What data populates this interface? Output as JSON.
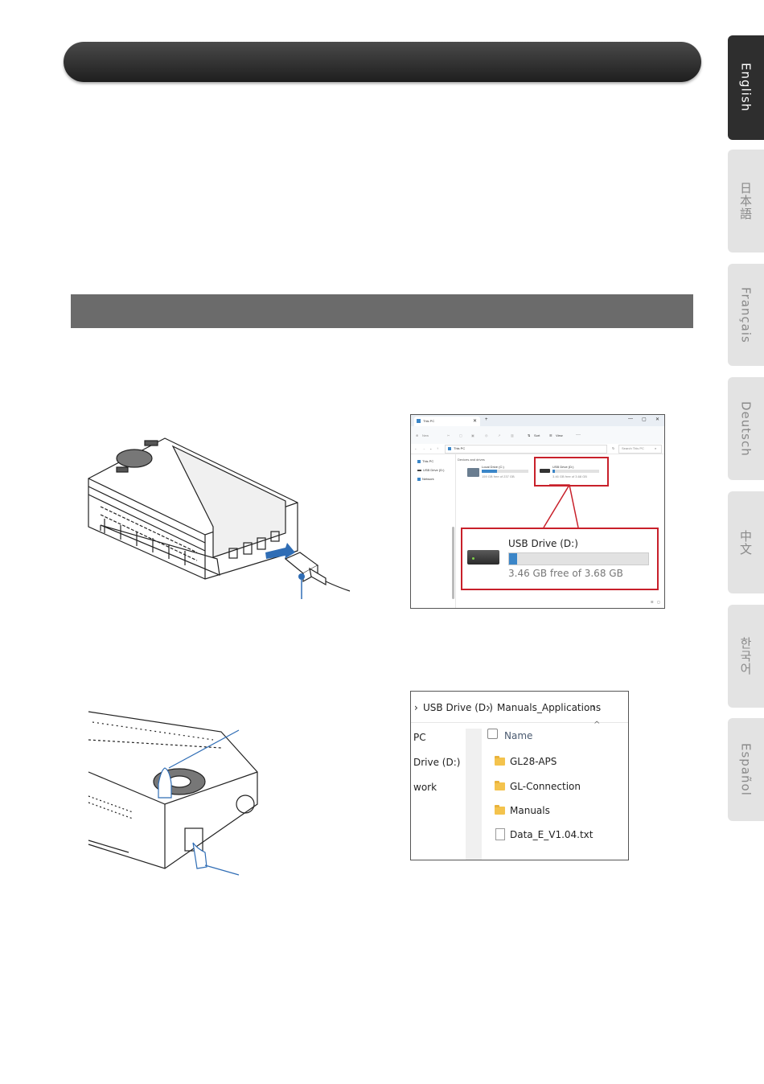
{
  "languages": [
    {
      "label": "English",
      "active": true
    },
    {
      "label": "日本語",
      "active": false
    },
    {
      "label": "Français",
      "active": false
    },
    {
      "label": "Deutsch",
      "active": false
    },
    {
      "label": "中文",
      "active": false
    },
    {
      "label": "한국어",
      "active": false
    },
    {
      "label": "Español",
      "active": false
    }
  ],
  "explorer1": {
    "tab_title": "This PC",
    "toolbar": {
      "new": "New",
      "sort": "Sort",
      "view": "View",
      "more": "···"
    },
    "address": "This PC",
    "search_placeholder": "Search This PC",
    "nav_items": [
      "This PC",
      "USB Drive (D:)",
      "Network"
    ],
    "group_label": "Devices and drives",
    "local_drive": {
      "name": "Local Drive (C:)",
      "free_text": "159 GB free of 237 GB",
      "used_fraction": 0.33
    },
    "usb_drive": {
      "name": "USB Drive (D:)",
      "free_text": "3.46 GB free of 3.68 GB",
      "used_fraction": 0.06
    },
    "callout": {
      "name": "USB Drive (D:)",
      "free_text": "3.46 GB free of 3.68 GB"
    }
  },
  "explorer2": {
    "breadcrumb": [
      "USB Drive (D:)",
      "Manuals_Applications"
    ],
    "nav_items": [
      "PC",
      "Drive (D:)",
      "work"
    ],
    "column_header": "Name",
    "items": [
      {
        "name": "GL28-APS",
        "type": "folder"
      },
      {
        "name": "GL-Connection",
        "type": "folder"
      },
      {
        "name": "Manuals",
        "type": "folder"
      },
      {
        "name": "Data_E_V1.04.txt",
        "type": "file"
      }
    ]
  },
  "colors": {
    "accent_red": "#c8202a",
    "drive_bar": "#3b86c8",
    "callout_line": "#2f6db5"
  }
}
